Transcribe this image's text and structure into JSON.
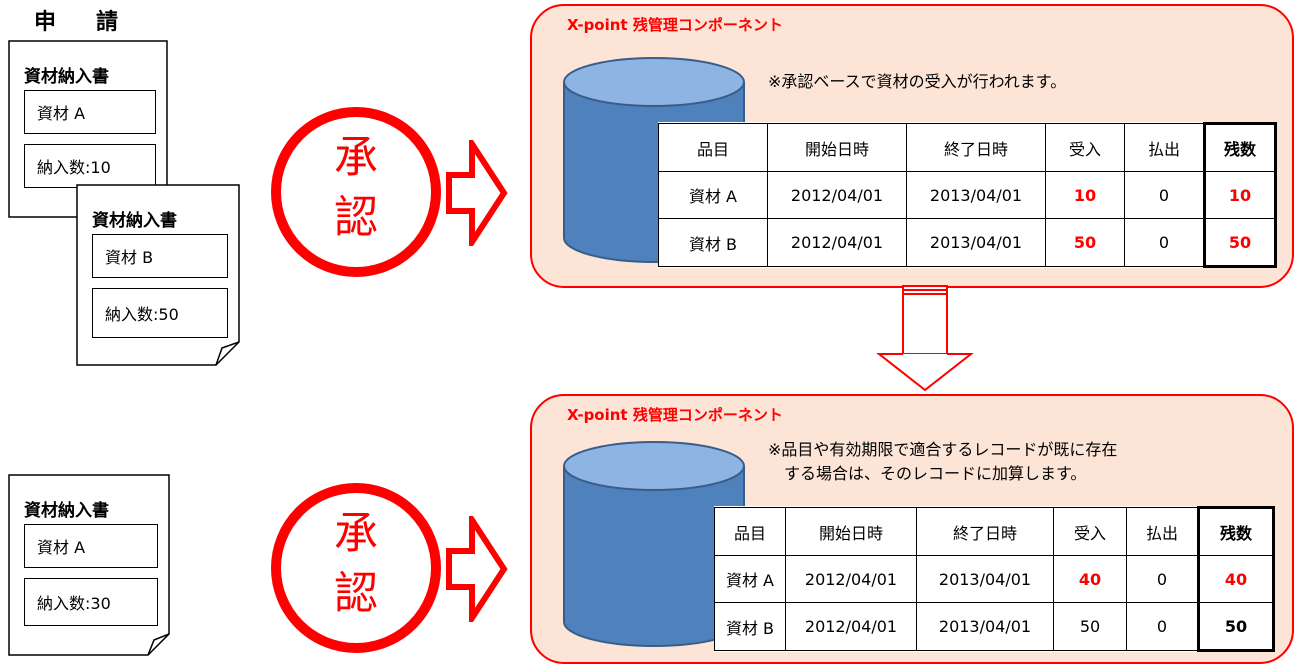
{
  "header": {
    "title_chars": [
      "申",
      "請"
    ]
  },
  "documents": [
    {
      "title": "資材納入書",
      "item": "資材 A",
      "quantity": "納入数:10"
    },
    {
      "title": "資材納入書",
      "item": "資材 B",
      "quantity": "納入数:50"
    },
    {
      "title": "資材納入書",
      "item": "資材 A",
      "quantity": "納入数:30"
    }
  ],
  "stamp": {
    "chars": [
      "承",
      "認"
    ],
    "color": "#ff0000"
  },
  "panels": [
    {
      "title": "X-point  残管理コンポーネント",
      "note": "※承認ベースで資材の受入が行われます。",
      "table": {
        "headers": [
          "品目",
          "開始日時",
          "終了日時",
          "受入",
          "払出",
          "残数"
        ],
        "rows": [
          {
            "item": "資材 A",
            "start": "2012/04/01",
            "end": "2013/04/01",
            "received": "10",
            "issued": "0",
            "balance": "10",
            "highlight": true
          },
          {
            "item": "資材 B",
            "start": "2012/04/01",
            "end": "2013/04/01",
            "received": "50",
            "issued": "0",
            "balance": "50",
            "highlight": true
          }
        ]
      }
    },
    {
      "title": "X-point  残管理コンポーネント",
      "note": "※品目や有効期限で適合するレコードが既に存在\n　する場合は、そのレコードに加算します。",
      "table": {
        "headers": [
          "品目",
          "開始日時",
          "終了日時",
          "受入",
          "払出",
          "残数"
        ],
        "rows": [
          {
            "item": "資材 A",
            "start": "2012/04/01",
            "end": "2013/04/01",
            "received": "40",
            "issued": "0",
            "balance": "40",
            "highlight": true
          },
          {
            "item": "資材 B",
            "start": "2012/04/01",
            "end": "2013/04/01",
            "received": "50",
            "issued": "0",
            "balance": "50",
            "highlight": false
          }
        ]
      }
    }
  ],
  "colors": {
    "accent": "#ff0000",
    "panel_bg": "#fce4d6",
    "database": "#4f81bd"
  }
}
